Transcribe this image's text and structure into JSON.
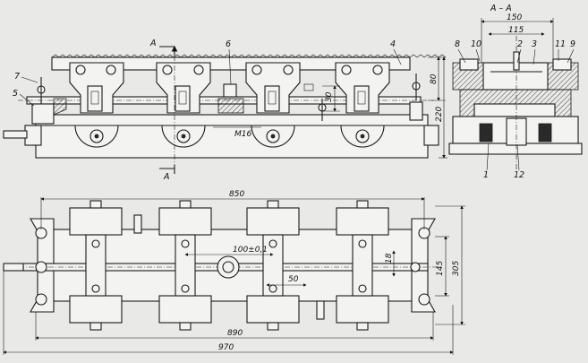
{
  "section_title": "А – А",
  "section_marker": "А",
  "callouts": {
    "c1": "1",
    "c2": "2",
    "c3": "3",
    "c4": "4",
    "c5": "5",
    "c6": "6",
    "c7": "7",
    "c8": "8",
    "c9": "9",
    "c10": "10",
    "c11": "11",
    "c12": "12"
  },
  "dimensions": {
    "d150": "150",
    "d115": "115",
    "d80": "80",
    "d220": "220",
    "d30": "30",
    "m16": "M16",
    "d850": "850",
    "d890": "890",
    "d970": "970",
    "d305": "305",
    "d145": "145",
    "d18": "18",
    "d50": "50",
    "d100": "100±0,1"
  }
}
